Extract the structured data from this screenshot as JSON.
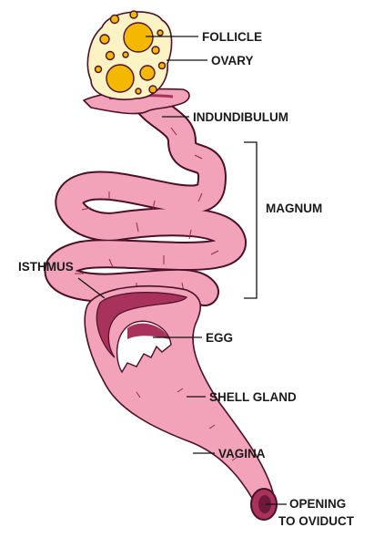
{
  "diagram": {
    "labels": {
      "follicle": "FOLLICLE",
      "ovary": "OVARY",
      "infundibulum": "INDUNDIBULUM",
      "magnum": "MAGNUM",
      "isthmus": "ISTHMUS",
      "egg": "EGG",
      "shell_gland": "SHELL GLAND",
      "vagina": "VAGINA",
      "opening_line1": "OPENING",
      "opening_line2": "TO OVIDUCT"
    },
    "colors": {
      "tract_fill": "#f2a3b9",
      "tract_dark": "#a8325c",
      "tract_outline": "#4a1028",
      "ovary_fill": "#fbf3c4",
      "follicle_fill": "#f5b800",
      "bracket": "#111111"
    }
  }
}
